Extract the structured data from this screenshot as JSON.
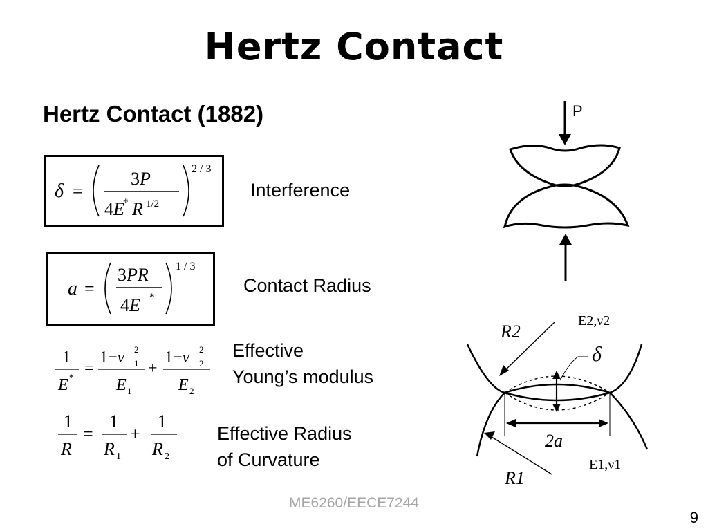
{
  "slide": {
    "title": "Hertz Contact",
    "subtitle": "Hertz Contact (1882)",
    "footer": "ME6260/EECE7244",
    "page_number": "9"
  },
  "equations": [
    {
      "label": "Interference"
    },
    {
      "label": "Contact Radius"
    },
    {
      "label": "Effective\nYoung’s modulus"
    },
    {
      "label": "Effective Radius\nof Curvature"
    }
  ],
  "diagram": {
    "load_label": "P",
    "top_body_props": "E2,ν2",
    "bottom_body_props": "E1,ν1",
    "radius_top_label": "R2",
    "radius_bottom_label": "R1",
    "interference_label": "δ",
    "contact_width_label": "2a"
  }
}
